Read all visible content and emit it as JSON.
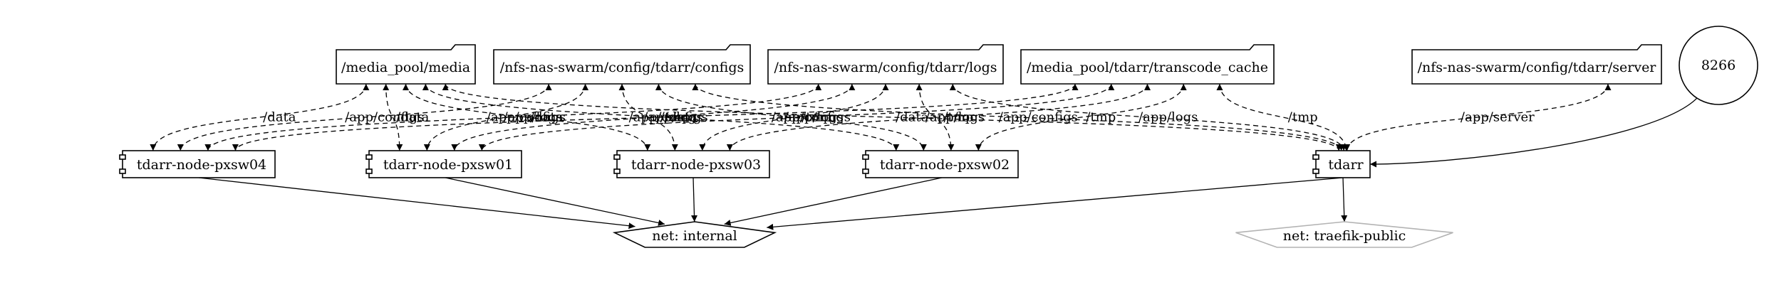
{
  "volumes": [
    {
      "id": "media",
      "label": "/media_pool/media"
    },
    {
      "id": "configs",
      "label": "/nfs-nas-swarm/config/tdarr/configs"
    },
    {
      "id": "logs",
      "label": "/nfs-nas-swarm/config/tdarr/logs"
    },
    {
      "id": "cache",
      "label": "/media_pool/tdarr/transcode_cache"
    },
    {
      "id": "server",
      "label": "/nfs-nas-swarm/config/tdarr/server"
    }
  ],
  "services": [
    {
      "id": "pxsw04",
      "label": "tdarr-node-pxsw04"
    },
    {
      "id": "pxsw01",
      "label": "tdarr-node-pxsw01"
    },
    {
      "id": "pxsw03",
      "label": "tdarr-node-pxsw03"
    },
    {
      "id": "pxsw02",
      "label": "tdarr-node-pxsw02"
    },
    {
      "id": "tdarr",
      "label": "tdarr"
    }
  ],
  "port": {
    "id": "port8266",
    "label": "8266"
  },
  "networks": [
    {
      "id": "internal",
      "label": "net: internal"
    },
    {
      "id": "traefik",
      "label": "net: traefik-public"
    }
  ],
  "colors": {
    "line": "#000000",
    "external_network": "#b3b3b3",
    "fill": "#ffffff"
  },
  "mounts": [
    {
      "from": "pxsw04",
      "to": "media",
      "label": "/data"
    },
    {
      "from": "pxsw04",
      "to": "configs",
      "label": "/app/configs"
    },
    {
      "from": "pxsw04",
      "to": "logs",
      "label": "/app/logs"
    },
    {
      "from": "pxsw04",
      "to": "cache",
      "label": "/tmp"
    },
    {
      "from": "pxsw01",
      "to": "media",
      "label": "/data"
    },
    {
      "from": "pxsw01",
      "to": "configs",
      "label": "/app/configs"
    },
    {
      "from": "pxsw01",
      "to": "logs",
      "label": "/app/logs"
    },
    {
      "from": "pxsw01",
      "to": "cache",
      "label": "/tmp"
    },
    {
      "from": "pxsw03",
      "to": "media",
      "label": "/data"
    },
    {
      "from": "pxsw03",
      "to": "configs",
      "label": "/app/configs"
    },
    {
      "from": "pxsw03",
      "to": "logs",
      "label": "/app/logs"
    },
    {
      "from": "pxsw03",
      "to": "cache",
      "label": "/tmp"
    },
    {
      "from": "pxsw02",
      "to": "media",
      "label": "/data"
    },
    {
      "from": "pxsw02",
      "to": "configs",
      "label": "/app/configs"
    },
    {
      "from": "pxsw02",
      "to": "logs",
      "label": "/app/logs"
    },
    {
      "from": "pxsw02",
      "to": "cache",
      "label": "/tmp"
    },
    {
      "from": "tdarr",
      "to": "media",
      "label": "/data"
    },
    {
      "from": "tdarr",
      "to": "configs",
      "label": "/app/configs"
    },
    {
      "from": "tdarr",
      "to": "logs",
      "label": "/app/logs"
    },
    {
      "from": "tdarr",
      "to": "cache",
      "label": "/tmp"
    },
    {
      "from": "tdarr",
      "to": "server",
      "label": "/app/server"
    }
  ],
  "links": [
    {
      "from": "pxsw04",
      "to": "internal"
    },
    {
      "from": "pxsw01",
      "to": "internal"
    },
    {
      "from": "pxsw03",
      "to": "internal"
    },
    {
      "from": "pxsw02",
      "to": "internal"
    },
    {
      "from": "tdarr",
      "to": "internal"
    },
    {
      "from": "tdarr",
      "to": "traefik"
    },
    {
      "from": "port8266",
      "to": "tdarr"
    }
  ]
}
